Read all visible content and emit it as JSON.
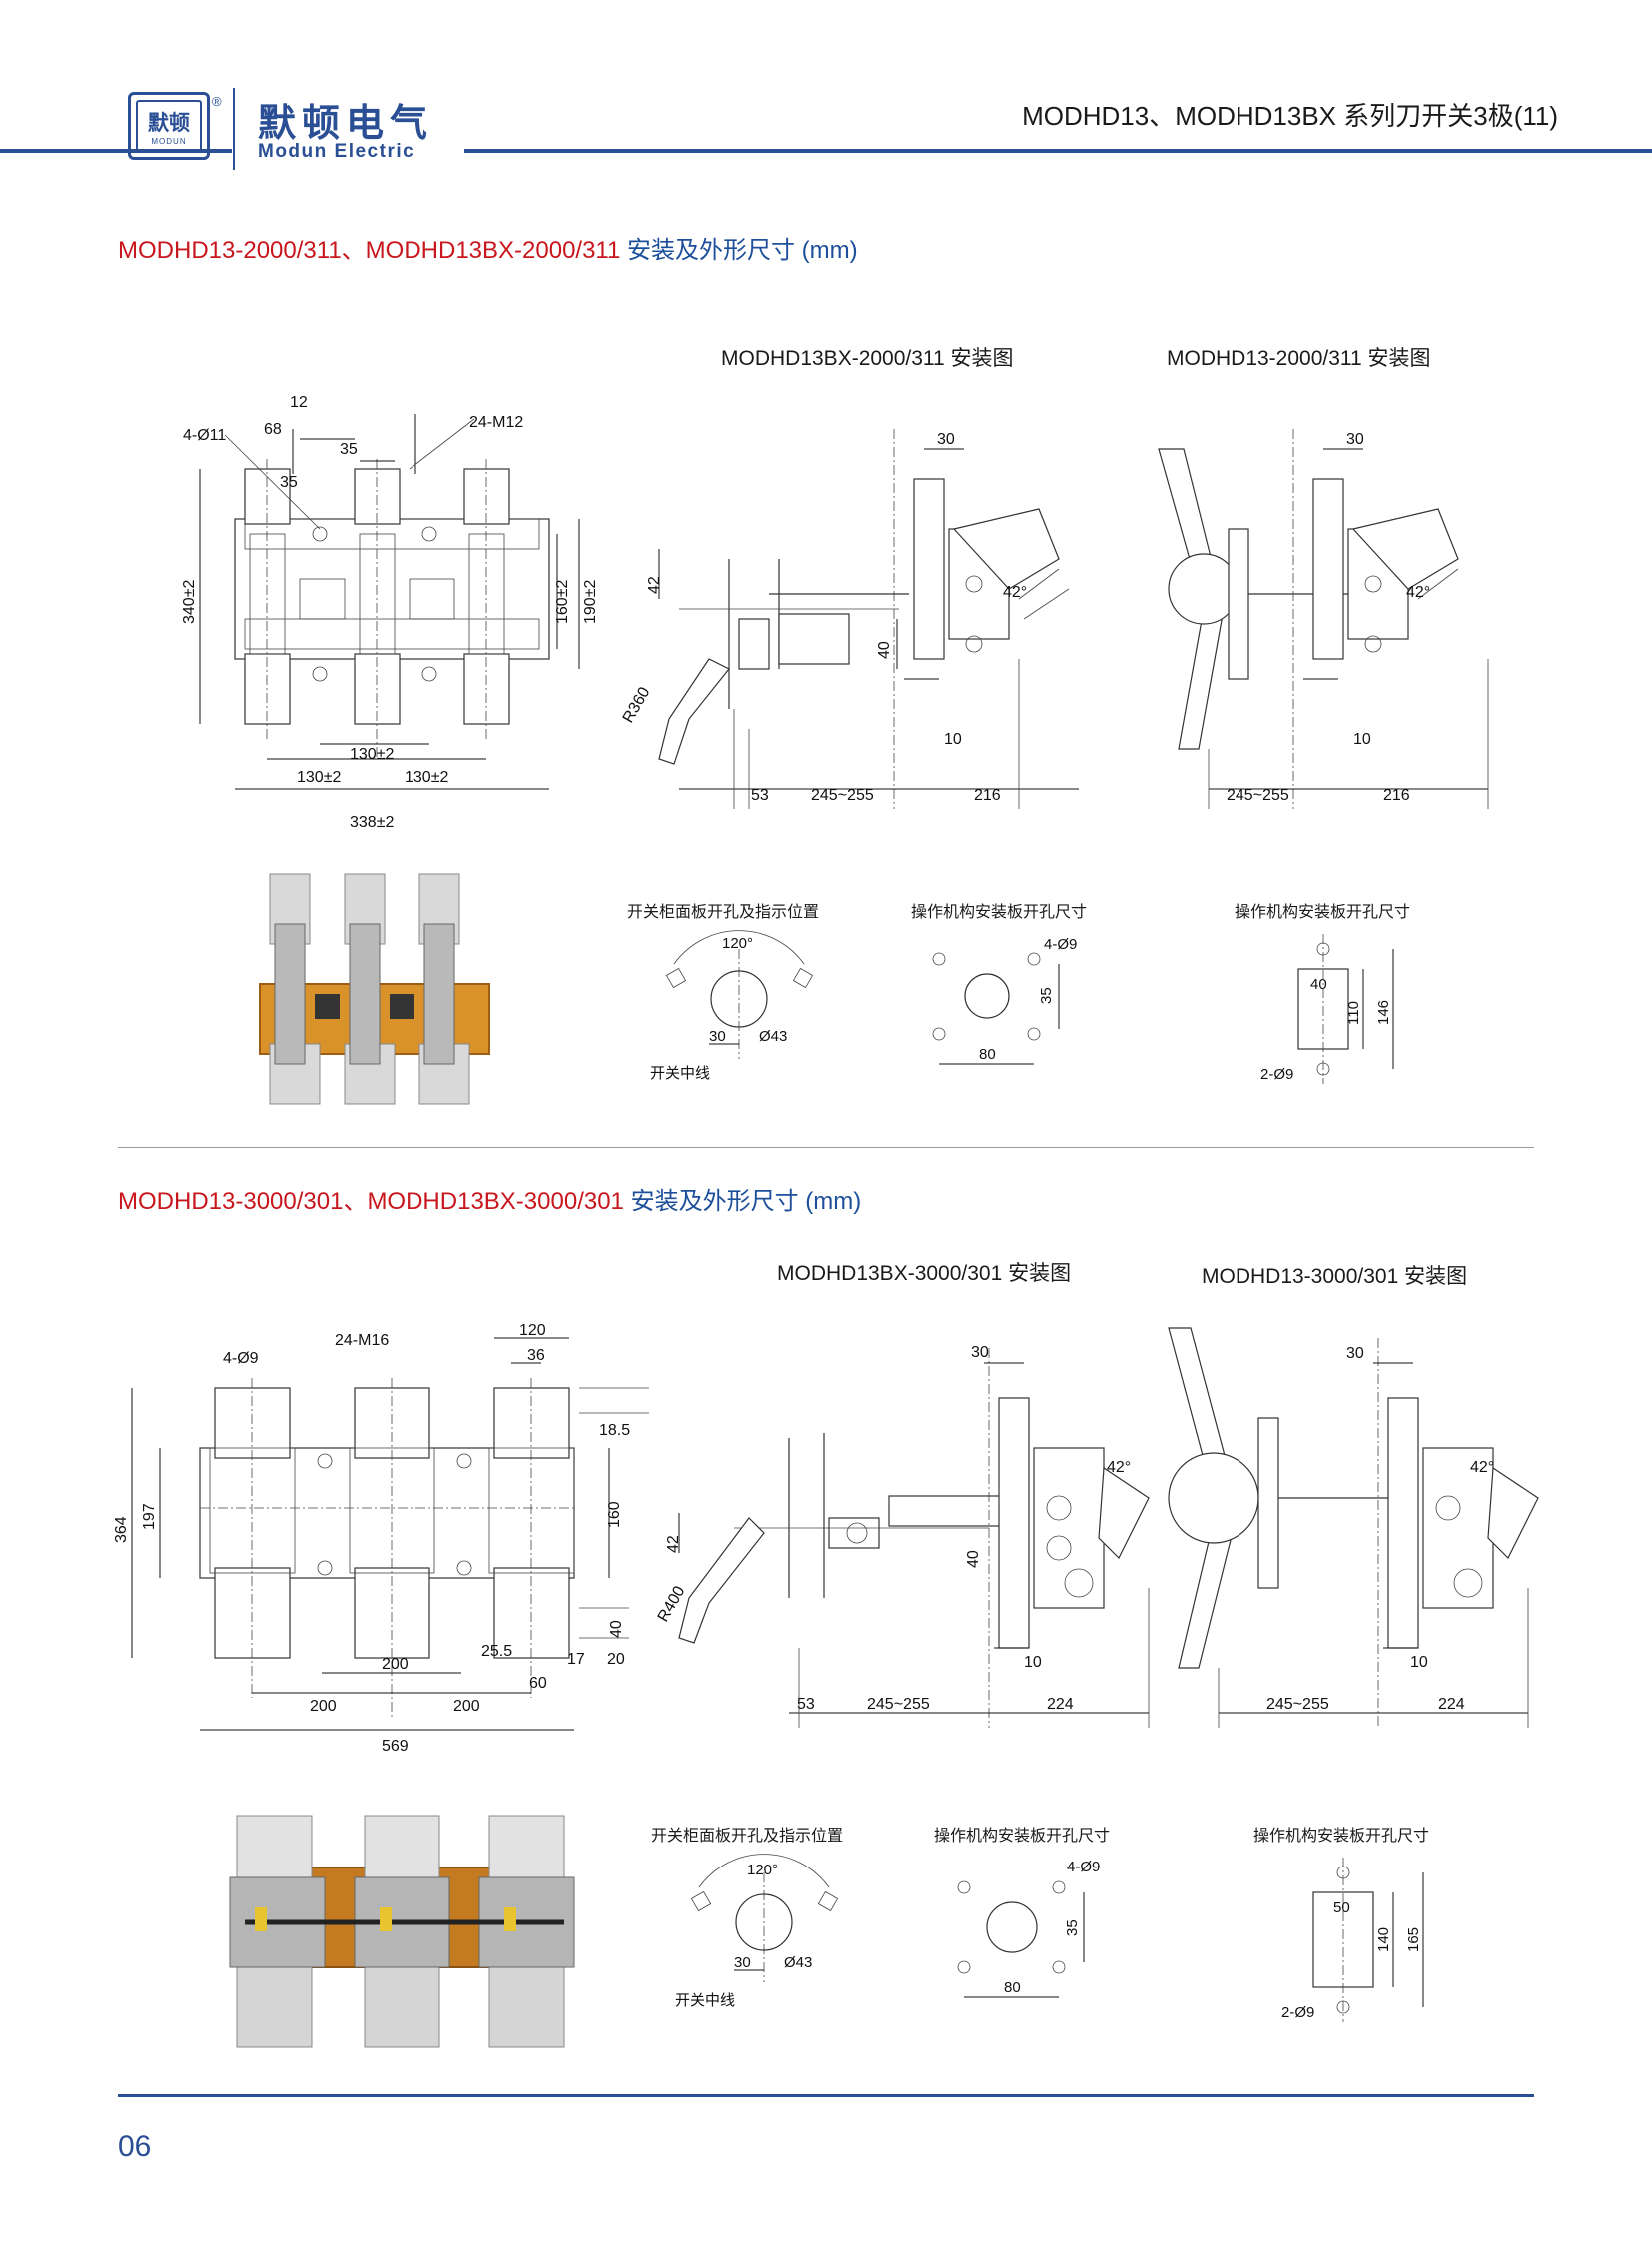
{
  "header": {
    "logo_cn_small": "默顿",
    "logo_en_small": "MODUN",
    "registered": "®",
    "brand_cn": "默顿电气",
    "brand_en": "Modun Electric",
    "title": "MODHD13、MODHD13BX 系列刀开关3极(11)",
    "brand_color": "#2a4f95"
  },
  "section1": {
    "title_red": "MODHD13-2000/311、MODHD13BX-2000/311",
    "title_blue": " 安装及外形尺寸 (mm)",
    "bx_label": "MODHD13BX-2000/311 安装图",
    "std_label": "MODHD13-2000/311 安装图",
    "panel_cap": "开关柜面板开孔及指示位置",
    "mech_cap_1": "操作机构安装板开孔尺寸",
    "mech_cap_2": "操作机构安装板开孔尺寸",
    "front_dims": {
      "d12": "12",
      "d68": "68",
      "d35a": "35",
      "d35b": "35",
      "hole": "4-Ø11",
      "bolt": "24-M12",
      "h340": "340±2",
      "h160": "160±2",
      "h190": "190±2",
      "w130c": "130±2",
      "w130l": "130±2",
      "w130r": "130±2",
      "w338": "338±2"
    },
    "side_dims": {
      "d30a": "30",
      "d30b": "30",
      "a42a": "42°",
      "a42b": "42°",
      "d42": "42",
      "d40": "40",
      "r": "R360",
      "d10a": "10",
      "d10b": "10",
      "d53": "53",
      "d245a": "245~255",
      "d216a": "216",
      "d245b": "245~255",
      "d216b": "216"
    },
    "panel": {
      "angle": "120°",
      "d30": "30",
      "dia": "Ø43",
      "center": "开关中线"
    },
    "mech1": {
      "hole": "4-Ø9",
      "d35": "35",
      "d80": "80"
    },
    "mech2": {
      "d40": "40",
      "d110": "110",
      "d146": "146",
      "hole": "2-Ø9"
    }
  },
  "section2": {
    "title_red": "MODHD13-3000/301、MODHD13BX-3000/301",
    "title_blue": " 安装及外形尺寸 (mm)",
    "bx_label": "MODHD13BX-3000/301 安装图",
    "std_label": "MODHD13-3000/301 安装图",
    "panel_cap": "开关柜面板开孔及指示位置",
    "mech_cap_1": "操作机构安装板开孔尺寸",
    "mech_cap_2": "操作机构安装板开孔尺寸",
    "front_dims": {
      "d120": "120",
      "d36": "36",
      "hole": "4-Ø9",
      "bolt": "24-M16",
      "d18_5": "18.5",
      "h364": "364",
      "h197": "197",
      "h160": "160",
      "d40": "40",
      "d25_5": "25.5",
      "d17": "17",
      "d20": "20",
      "d60": "60",
      "w200c": "200",
      "w200l": "200",
      "w200r": "200",
      "w569": "569"
    },
    "side_dims": {
      "d30a": "30",
      "d30b": "30",
      "a42a": "42°",
      "a42b": "42°",
      "d42": "42",
      "d40": "40",
      "r": "R400",
      "d10a": "10",
      "d10b": "10",
      "d53": "53",
      "d245a": "245~255",
      "d224a": "224",
      "d245b": "245~255",
      "d224b": "224"
    },
    "panel": {
      "angle": "120°",
      "d30": "30",
      "dia": "Ø43",
      "center": "开关中线"
    },
    "mech1": {
      "hole": "4-Ø9",
      "d35": "35",
      "d80": "80"
    },
    "mech2": {
      "d50": "50",
      "d140": "140",
      "d165": "165",
      "hole": "2-Ø9"
    }
  },
  "footer": {
    "page": "06"
  }
}
